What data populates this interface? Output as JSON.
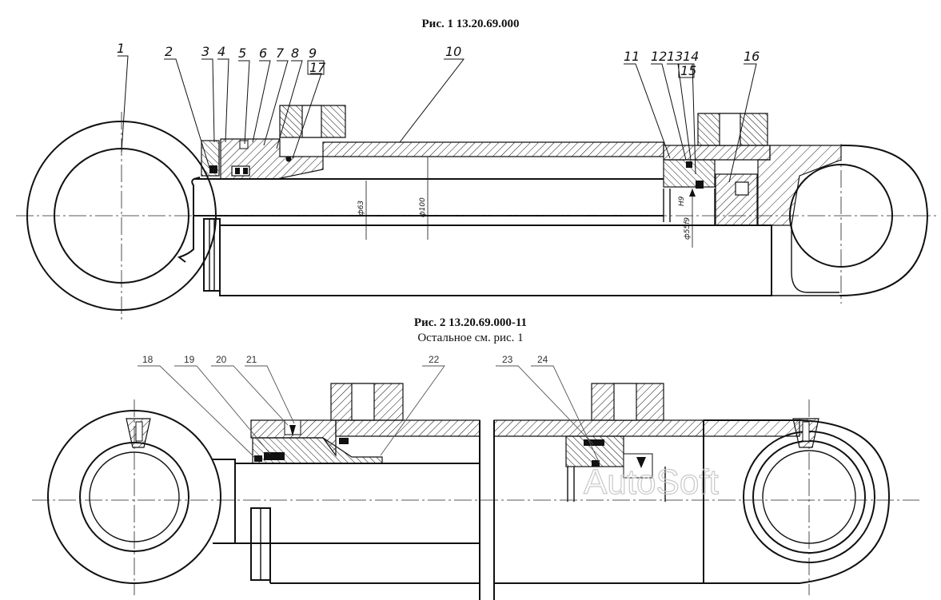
{
  "figure1": {
    "caption": "Рис. 1     13.20.69.000",
    "callouts": [
      "1",
      "2",
      "3",
      "4",
      "5",
      "6",
      "7",
      "8",
      "9",
      "17",
      "10",
      "11",
      "12",
      "13",
      "14",
      "15",
      "16"
    ],
    "dimensions": [
      "ф63",
      "ф100",
      "ф55f9",
      "H9"
    ]
  },
  "figure2": {
    "caption": "Рис. 2     13.20.69.000-11",
    "subcaption": "Остальное см. рис. 1",
    "callouts": [
      "18",
      "19",
      "20",
      "21",
      "22",
      "23",
      "24"
    ]
  },
  "watermark": "AutoSoft",
  "colors": {
    "ink": "#111111",
    "background": "#ffffff",
    "watermark": "#c8c8c8"
  }
}
